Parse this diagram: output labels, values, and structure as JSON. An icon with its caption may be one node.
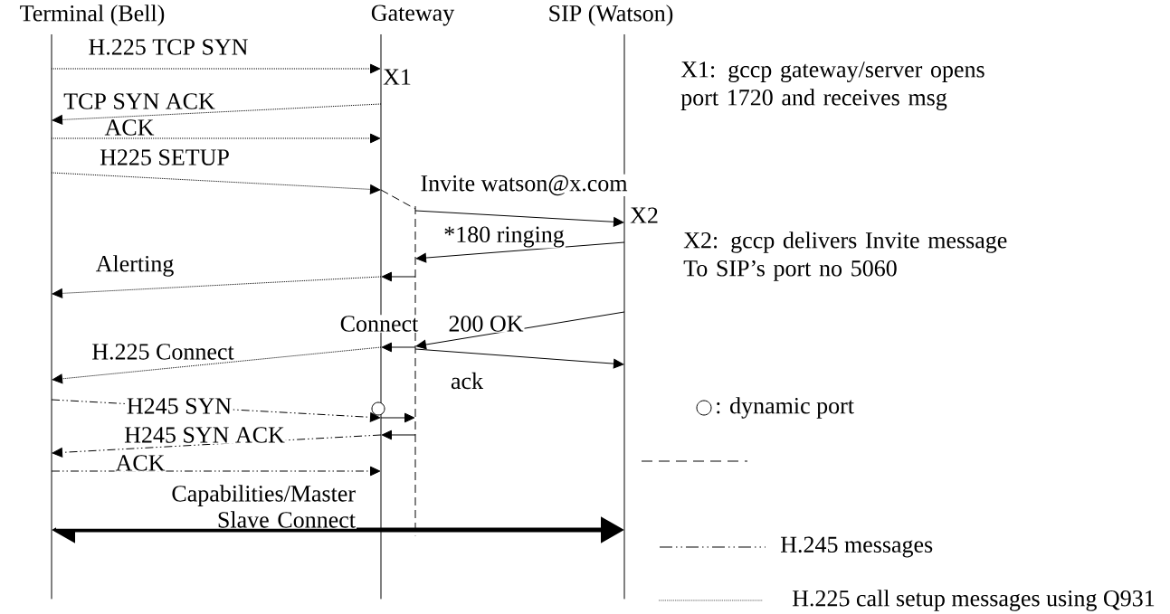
{
  "diagram": {
    "nodes": [
      {
        "text": [
          "Terminal  (Bell)"
        ]
      },
      {
        "text": [
          "Gateway"
        ]
      },
      {
        "text": [
          "SIP (Watson)"
        ]
      },
      {
        "text": [],
        "shape": "bar",
        "in": 1
      }
    ],
    "edges": [
      {
        "from": 0,
        "to": 1,
        "arrow": "to",
        "label": "H.225 TCP SYN",
        "style": "dashed"
      },
      {
        "from": 1,
        "to": 0,
        "arrow": "to",
        "label": "TCP SYN ACK",
        "style": "dashed"
      },
      {
        "from": 0,
        "to": 1,
        "arrow": "to",
        "label": "ACK",
        "style": "dashed"
      },
      {
        "from": 0,
        "to": 1,
        "arrow": "to",
        "label": "H225 SETUP",
        "style": "dashed"
      },
      {
        "from": 1,
        "to": 3,
        "arrow": "none",
        "style": "dashed"
      },
      {
        "from": 3,
        "to": 2,
        "arrow": "to",
        "label": "Invite watson@x.com"
      },
      {
        "from": 2,
        "to": 3,
        "arrow": "to",
        "label": "*180 ringing"
      },
      {
        "from": 3,
        "to": 1,
        "arrow": "to"
      },
      {
        "from": 1,
        "to": 0,
        "arrow": "to",
        "label": "Alerting",
        "style": "dashed"
      },
      {
        "from": 2,
        "to": 3,
        "arrow": "to",
        "label": "200 OK"
      },
      {
        "from": 3,
        "to": 1,
        "arrow": "to",
        "label": "Connect"
      },
      {
        "from": 3,
        "to": 2,
        "arrow": "to",
        "label": "ack"
      },
      {
        "from": 1,
        "to": 0,
        "arrow": "to",
        "label": "H.225 Connect",
        "style": "dashed"
      },
      {
        "from": 0,
        "to": 1,
        "arrow": "to",
        "label": "H245 SYN",
        "style": "dashed"
      },
      {
        "from": 1,
        "to": 3,
        "arrow": "to"
      },
      {
        "from": 3,
        "to": 1,
        "arrow": "to"
      },
      {
        "from": 1,
        "to": 0,
        "arrow": "to",
        "label": "H245 SYN ACK",
        "style": "dashed"
      },
      {
        "from": 0,
        "to": 1,
        "arrow": "to",
        "label": "ACK",
        "style": "dashed"
      },
      {
        "from": 0,
        "to": 2,
        "arrow": "both",
        "label": "Capabilities/Master Slave Connect",
        "style": "thick"
      }
    ],
    "labels": [
      "X1",
      "X1:  gccp gateway/server opens port 1720 and receives msg",
      "X2",
      "X2:  gccp delivers Invite message To SIP’s port no 5060"
    ],
    "legend": [
      {
        "text": ": dynamic port"
      },
      {
        "text": "H.245 messages"
      },
      {
        "text": "H.225 call setup messages using Q931"
      }
    ]
  }
}
